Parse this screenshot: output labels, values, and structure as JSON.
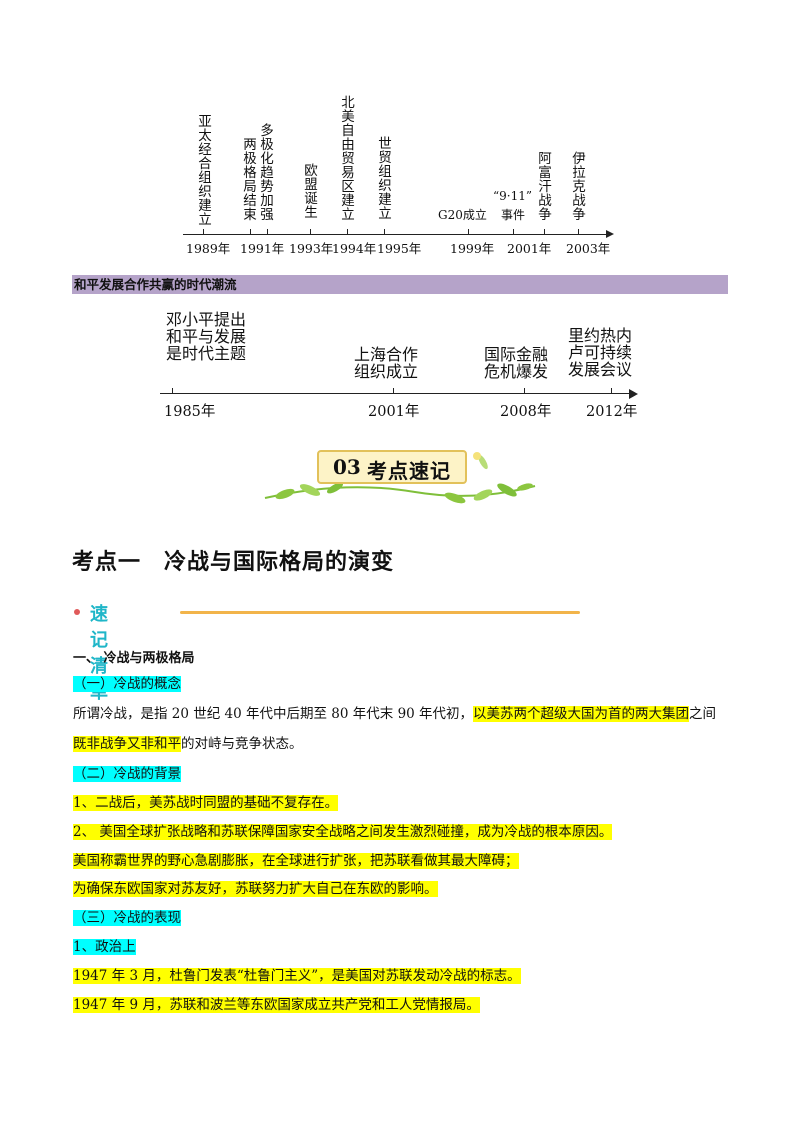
{
  "timeline1": {
    "events": [
      {
        "text": "亚太经合组织建立"
      },
      {
        "text": "两极格局结束"
      },
      {
        "text": "多极化趋势加强"
      },
      {
        "text": "欧盟诞生"
      },
      {
        "text": "北美自由贸易区建立"
      },
      {
        "text": "世贸组织建立"
      },
      {
        "text": "G20成立"
      },
      {
        "text": "“9·11”"
      },
      {
        "text": "事件"
      },
      {
        "text": "阿富汗战争"
      },
      {
        "text": "伊拉克战争"
      }
    ],
    "years": [
      "1989年",
      "1991年",
      "1993年",
      "1994年",
      "1995年",
      "1999年",
      "2001年",
      "2003年"
    ]
  },
  "band": {
    "title": "和平发展合作共赢的时代潮流"
  },
  "timeline2": {
    "events": [
      {
        "text": "邓小平提出和平与发展是时代主题"
      },
      {
        "text": "上海合作组织成立"
      },
      {
        "text": "国际金融危机爆发"
      },
      {
        "text": "里约热内卢可持续发展会议"
      }
    ],
    "years": [
      "1985年",
      "2001年",
      "2008年",
      "2012年"
    ]
  },
  "banner": {
    "number": "03",
    "title": "考点速记"
  },
  "section": {
    "title": "考点一　冷战与国际格局的演变"
  },
  "subheading": {
    "label": "速记清单"
  },
  "content": {
    "h1": "一、 冷战与两极格局",
    "h_concept": "（一）冷战的概念",
    "concept_a": "所谓冷战，是指 20 世纪 40 年代中后期至 80 年代末 90 年代初，",
    "concept_b": "以美苏两个超级大国为首的两大集团",
    "concept_c": "之间",
    "concept_d": "既非战争又非和平",
    "concept_e": "的对峙与竞争状态。",
    "h_background": "（二）冷战的背景",
    "bg1": "1、二战后，美苏战时同盟的基础不复存在。",
    "bg2": "2、 美国全球扩张战略和苏联保障国家安全战略之间发生激烈碰撞，成为冷战的根本原因。",
    "bg3": "美国称霸世界的野心急剧膨胀，在全球进行扩张，把苏联看做其最大障碍；",
    "bg4": "为确保东欧国家对苏友好，苏联努力扩大自己在东欧的影响。",
    "h_expression": "（三）冷战的表现",
    "ex1": "1、政治上",
    "ex2": "1947 年 3 月，杜鲁门发表“杜鲁门主义”，是美国对苏联发动冷战的标志。",
    "ex3": "1947 年 9 月，苏联和波兰等东欧国家成立共产党和工人党情报局。"
  },
  "colors": {
    "band": "#b5a3c9",
    "highlight_yellow": "#ffff00",
    "highlight_cyan": "#00ffff",
    "subheading": "#1fb6c8",
    "orange_line": "#f2b44a"
  }
}
